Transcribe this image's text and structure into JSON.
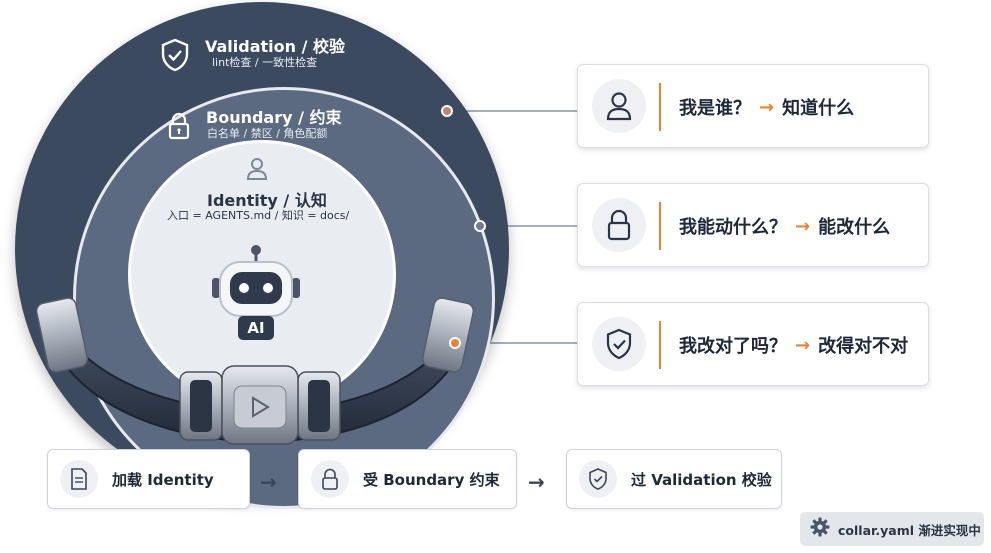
{
  "rings": {
    "validation": {
      "title": "Validation / 校验",
      "subtitle": "lint检查 / 一致性检查",
      "icon": "shield-check-icon"
    },
    "boundary": {
      "title": "Boundary / 约束",
      "subtitle": "白名单 / 禁区 / 角色配额",
      "icon": "lock-icon"
    },
    "identity": {
      "title": "Identity / 认知",
      "subtitle": "入口 = AGENTS.md / 知识 = docs/",
      "icon": "user-icon"
    },
    "core": {
      "label": "AI",
      "icon": "robot-icon"
    }
  },
  "cards": [
    {
      "question": "我是谁？",
      "arrow": "→",
      "answer": "知道什么",
      "icon": "user-icon"
    },
    {
      "question": "我能动什么？",
      "arrow": "→",
      "answer": "能改什么",
      "icon": "lock-icon"
    },
    {
      "question": "我改对了吗？",
      "arrow": "→",
      "answer": "改得对不对",
      "icon": "shield-check-icon"
    }
  ],
  "flow": [
    {
      "label": "加载 Identity",
      "icon": "document-icon"
    },
    {
      "label": "受 Boundary 约束",
      "icon": "lock-icon"
    },
    {
      "label": "过 Validation 校验",
      "icon": "shield-check-icon"
    }
  ],
  "flow_arrow": "→",
  "footer_badge": {
    "label": "collar.yaml 渐进实现中",
    "icon": "gear-icon"
  },
  "colors": {
    "outer_ring": "#3c4a60",
    "middle_ring": "#5b6a80",
    "inner_ring": "#e9edf2",
    "accent": "#e8843a"
  }
}
